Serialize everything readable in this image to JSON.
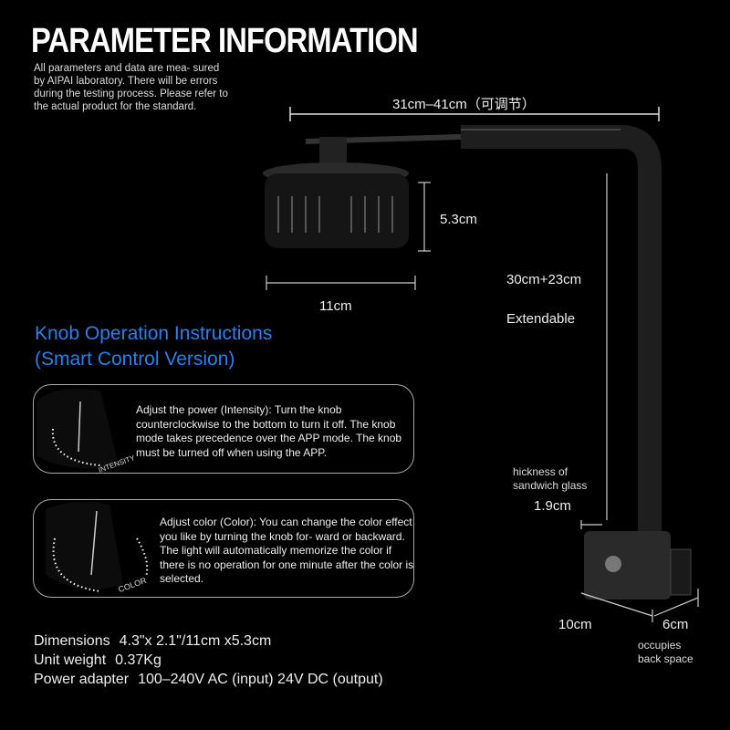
{
  "title": "PARAMETER INFORMATION",
  "note": "All parameters and data are mea- sured by AIPAI laboratory. There will be errors during the testing process. Please refer to the actual product for the standard.",
  "dimensions_diagram": {
    "arm_length": "31cm–41cm（可调节）",
    "lamp_height": "5.3cm",
    "lamp_width": "11cm",
    "pole_height": "30cm+23cm",
    "pole_note": "Extendable",
    "glass_label_1": "hickness of",
    "glass_label_2": "sandwich glass",
    "glass_thickness": "1.9cm",
    "clamp_length": "10cm",
    "clamp_depth": "6cm",
    "back_space_1": "occupies",
    "back_space_2": "back space"
  },
  "knob": {
    "title_line1": "Knob Operation Instructions",
    "title_line2": "(Smart Control Version)",
    "accent": "#2f7fe8",
    "cards": [
      {
        "dial_label": "INTENSITY",
        "text": "Adjust the power (Intensity): Turn the knob counterclockwise to the bottom to turn it off. The knob mode takes precedence over the APP mode. The knob must be turned off when using the APP."
      },
      {
        "dial_label": "COLOR",
        "text": "Adjust color (Color): You can change the color effect you like by turning the knob for- ward or backward. The light will automatically memorize the color if there is no operation for one minute after the color is selected."
      }
    ]
  },
  "specs": [
    {
      "label": "Dimensions",
      "value": "4.3\"x 2.1\"/11cm x5.3cm"
    },
    {
      "label": "Unit weight",
      "value": "0.37Kg"
    },
    {
      "label": "Power adapter",
      "value": "100–240V AC (input) 24V DC (output)"
    }
  ]
}
